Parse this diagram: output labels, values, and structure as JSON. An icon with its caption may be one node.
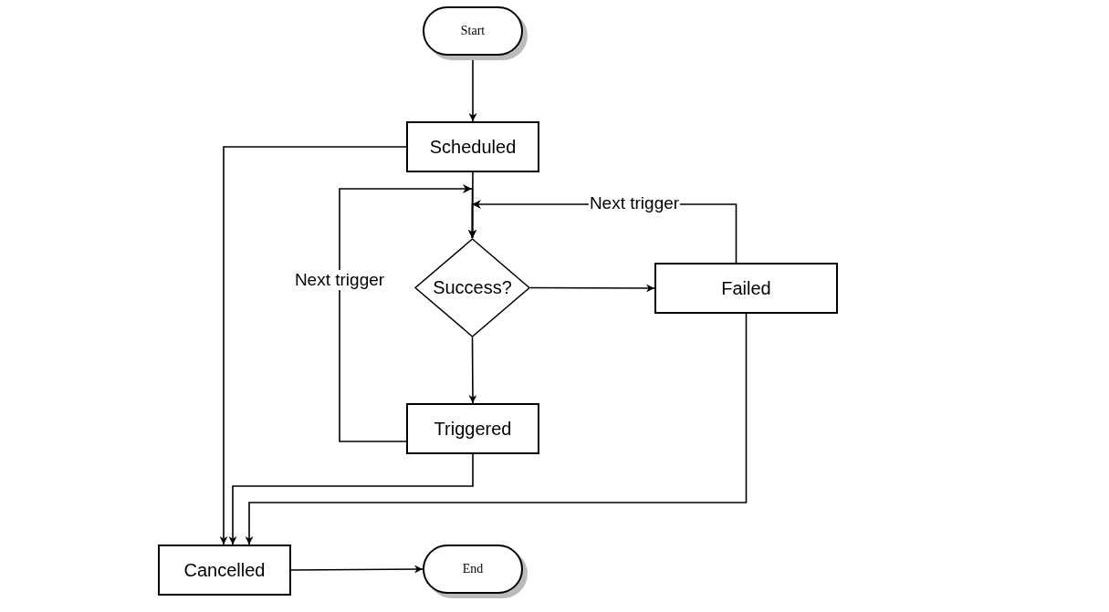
{
  "diagram": {
    "nodes": [
      {
        "text": [
          "Start"
        ]
      },
      {
        "text": [
          "Scheduled"
        ]
      },
      {
        "text": [
          "Success?"
        ]
      },
      {
        "text": [
          "Failed"
        ]
      },
      {
        "text": [
          "Triggered"
        ]
      },
      {
        "text": [
          "Cancelled"
        ]
      },
      {
        "text": [
          "End"
        ]
      }
    ],
    "edges": [
      {
        "from": 0,
        "to": 1,
        "arrow": "to"
      },
      {
        "from": 1,
        "to": 5,
        "arrow": "to"
      },
      {
        "from": 1,
        "to": 2,
        "arrow": "to"
      },
      {
        "from": 4,
        "to": 2,
        "arrow": "to",
        "label": "Next trigger"
      },
      {
        "from": 3,
        "to": 2,
        "arrow": "to",
        "label": "Next trigger"
      },
      {
        "from": 2,
        "to": 3,
        "arrow": "to"
      },
      {
        "from": 2,
        "to": 4,
        "arrow": "to"
      },
      {
        "from": 4,
        "to": 5,
        "arrow": "to"
      },
      {
        "from": 3,
        "to": 5,
        "arrow": "to"
      },
      {
        "from": 5,
        "to": 6,
        "arrow": "to"
      }
    ]
  }
}
